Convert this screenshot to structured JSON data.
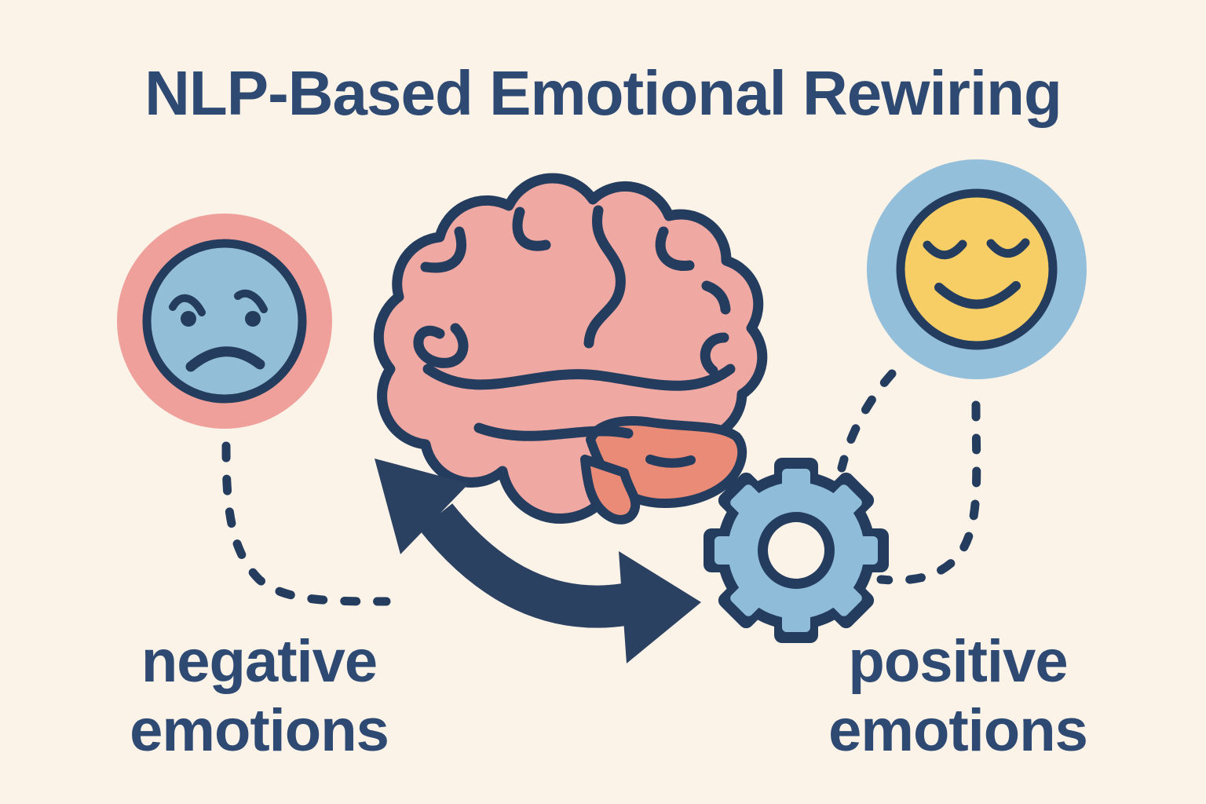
{
  "title": "NLP-Based Emotional Rewiring",
  "left_label": {
    "line1": "negative",
    "line2": "emotions"
  },
  "right_label": {
    "line1": "positive",
    "line2": "emotions"
  },
  "icons": {
    "sad_face": "sad-face-icon",
    "happy_face": "calm-happy-face-icon",
    "brain": "brain-icon",
    "gear": "gear-icon",
    "swap_arrow": "curved-double-arrow-icon"
  },
  "colors": {
    "background": "#FBF2E8",
    "navy": "#243D5E",
    "text_navy": "#2E4A72",
    "arrow_navy": "#2B4162",
    "pink_ring": "#EFA09A",
    "face_blue": "#93BED8",
    "ring_blue": "#93BFDA",
    "face_yellow": "#F7CD66",
    "brain_pink": "#F0A8A2",
    "brain_salmon": "#E98B77",
    "gear_blue": "#8FBCD9"
  }
}
